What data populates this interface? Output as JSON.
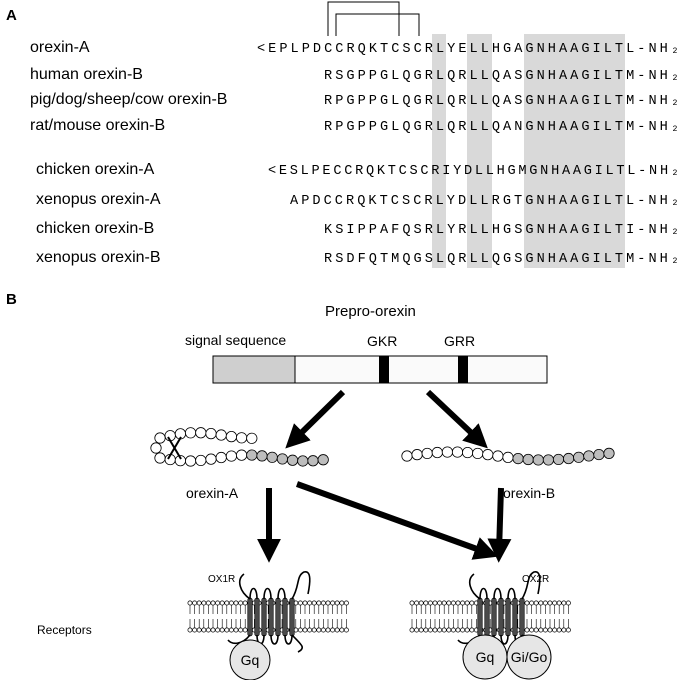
{
  "panel_a": {
    "letter": "A",
    "rows": [
      {
        "name": "orexin-A",
        "seq": "<EPLPDCCRQKTCSCRLYELLHGAGNHAAGILTL-NH₂"
      },
      {
        "name": "human  orexin-B",
        "seq": "RSGPPGLQGRLQRLLQASGNHAAGILTM-NH₂"
      },
      {
        "name": "pig/dog/sheep/cow  orexin-B",
        "seq": "RPGPPGLQGRLQRLLQASGNHAAGILTM-NH₂"
      },
      {
        "name": "rat/mouse  orexin-B",
        "seq": "RPGPPGLQGRLQRLLQANGNHAAGILTM-NH₂"
      },
      {
        "name": "chicken orexin-A",
        "seq": "<ESLPECCRQKTCSCRIYDLLHGMGNHAAGILTL-NH₂"
      },
      {
        "name": "xenopus orexin-A",
        "seq": "APDCCRQKTCSCRLYDLLRGTGNHAAGILTL-NH₂"
      },
      {
        "name": "chicken orexin-B",
        "seq": "KSIPPAFQSRLYRLLHGSGNHAAGILTI-NH₂"
      },
      {
        "name": "xenopus orexin-B",
        "seq": "RSDFQTMQGSLQRLLQGSGNHAAGILTM-NH₂"
      }
    ]
  },
  "panel_b": {
    "letter": "B",
    "title": "Prepro-orexin",
    "signal_label": "signal sequence",
    "gkr_label": "GKR",
    "grr_label": "GRR",
    "orexin_a_label": "orexin-A",
    "orexin_b_label": "orexin-B",
    "receptors_label": "Receptors",
    "ox1r_label": "OX1R",
    "ox2r_label": "OX2R",
    "gq_label_1": "Gq",
    "gq_label_2": "Gq",
    "gio_label": "Gi/Go"
  },
  "colors": {
    "highlight": "#d9d9d9",
    "signal_fill": "#cfcfcf",
    "bead_grey": "#bdbdbd",
    "gprotein_fill": "#e6e6e6"
  }
}
